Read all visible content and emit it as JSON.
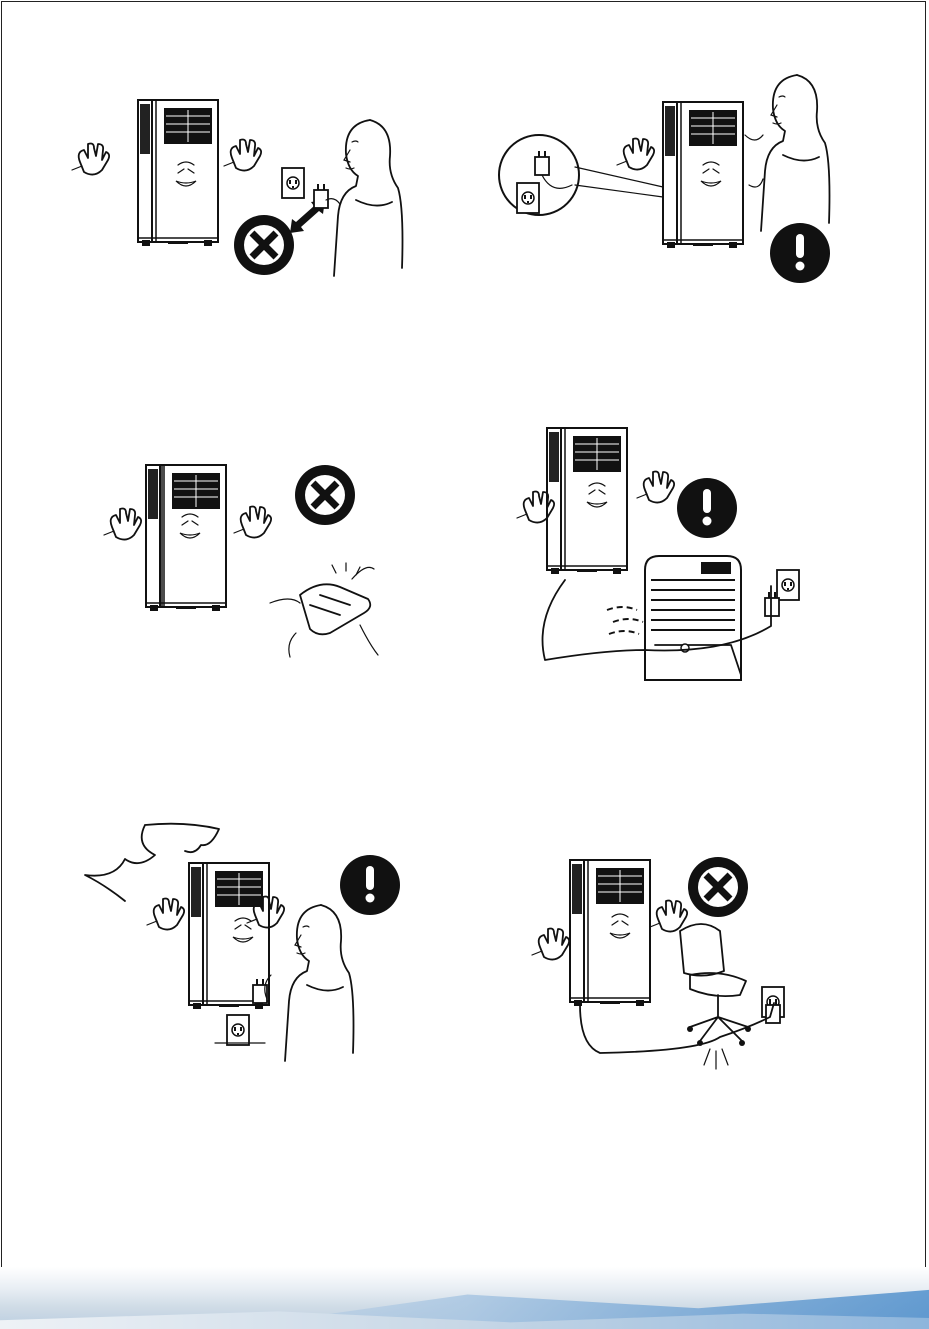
{
  "page": {
    "panels": [
      {
        "id": "p1",
        "sign": "prohibited-icon"
      },
      {
        "id": "p2",
        "sign": "mandatory-icon"
      },
      {
        "id": "p3",
        "sign": "prohibited-icon"
      },
      {
        "id": "p4",
        "sign": "mandatory-icon"
      },
      {
        "id": "p5",
        "sign": "mandatory-icon"
      },
      {
        "id": "p6",
        "sign": "prohibited-icon"
      }
    ]
  }
}
